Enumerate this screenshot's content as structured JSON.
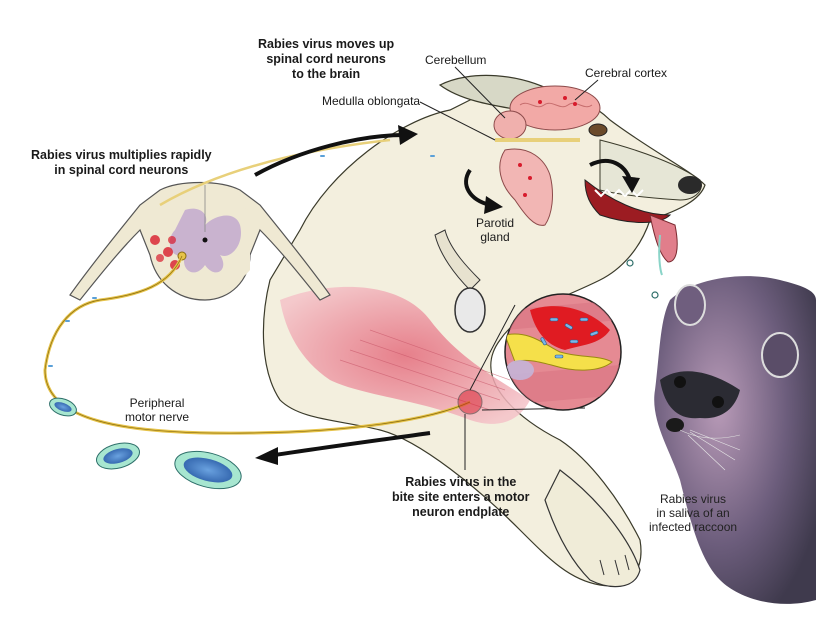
{
  "diagram": {
    "subject": "Rabies virus transmission pathway from raccoon bite to dog brain",
    "colors": {
      "nerve": "#e6c34a",
      "muscle": "#e88a95",
      "brain": "#f2a9a6",
      "gray_matter": "#c9b3cf",
      "virus_red": "#d81b2c",
      "virion_blue": "#3f7fc4",
      "virion_shell": "#a7e6d0",
      "dog_fur": "#f3efde",
      "raccoon": "#6b5a78",
      "arrow": "#111111"
    }
  },
  "labels": {
    "moves_up": [
      "Rabies virus moves up",
      "spinal cord neurons",
      "to the brain"
    ],
    "multiplies": [
      "Rabies virus multiplies rapidly",
      "in spinal cord neurons"
    ],
    "cerebellum": "Cerebellum",
    "cerebral_cortex": "Cerebral cortex",
    "medulla": "Medulla oblongata",
    "parotid": [
      "Parotid",
      "gland"
    ],
    "peripheral": [
      "Peripheral",
      "motor nerve"
    ],
    "bite_site": [
      "Rabies virus in the",
      "bite site enters a motor",
      "neuron endplate"
    ],
    "raccoon": [
      "Rabies virus",
      "in saliva of an",
      "infected  raccoon"
    ]
  }
}
